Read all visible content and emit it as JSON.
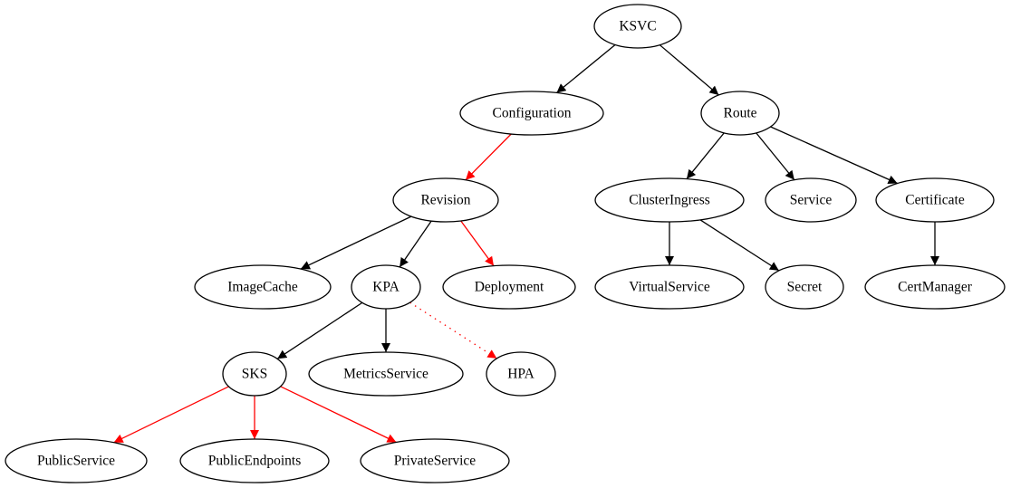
{
  "diagram": {
    "type": "directed-graph",
    "colors": {
      "default_edge": "#000000",
      "highlight_edge": "#ff0000",
      "node_stroke": "#000000",
      "node_fill": "#ffffff",
      "background": "#ffffff"
    },
    "nodes": [
      {
        "id": "KSVC",
        "label": "KSVC"
      },
      {
        "id": "Configuration",
        "label": "Configuration"
      },
      {
        "id": "Route",
        "label": "Route"
      },
      {
        "id": "Revision",
        "label": "Revision"
      },
      {
        "id": "ClusterIngress",
        "label": "ClusterIngress"
      },
      {
        "id": "Service",
        "label": "Service"
      },
      {
        "id": "Certificate",
        "label": "Certificate"
      },
      {
        "id": "ImageCache",
        "label": "ImageCache"
      },
      {
        "id": "KPA",
        "label": "KPA"
      },
      {
        "id": "Deployment",
        "label": "Deployment"
      },
      {
        "id": "VirtualService",
        "label": "VirtualService"
      },
      {
        "id": "Secret",
        "label": "Secret"
      },
      {
        "id": "CertManager",
        "label": "CertManager"
      },
      {
        "id": "SKS",
        "label": "SKS"
      },
      {
        "id": "MetricsService",
        "label": "MetricsService"
      },
      {
        "id": "HPA",
        "label": "HPA"
      },
      {
        "id": "PublicService",
        "label": "PublicService"
      },
      {
        "id": "PublicEndpoints",
        "label": "PublicEndpoints"
      },
      {
        "id": "PrivateService",
        "label": "PrivateService"
      }
    ],
    "edges": [
      {
        "from": "KSVC",
        "to": "Configuration",
        "color": "black",
        "style": "solid"
      },
      {
        "from": "KSVC",
        "to": "Route",
        "color": "black",
        "style": "solid"
      },
      {
        "from": "Configuration",
        "to": "Revision",
        "color": "red",
        "style": "solid"
      },
      {
        "from": "Route",
        "to": "ClusterIngress",
        "color": "black",
        "style": "solid"
      },
      {
        "from": "Route",
        "to": "Service",
        "color": "black",
        "style": "solid"
      },
      {
        "from": "Route",
        "to": "Certificate",
        "color": "black",
        "style": "solid"
      },
      {
        "from": "Revision",
        "to": "ImageCache",
        "color": "black",
        "style": "solid"
      },
      {
        "from": "Revision",
        "to": "KPA",
        "color": "black",
        "style": "solid"
      },
      {
        "from": "Revision",
        "to": "Deployment",
        "color": "red",
        "style": "solid"
      },
      {
        "from": "ClusterIngress",
        "to": "VirtualService",
        "color": "black",
        "style": "solid"
      },
      {
        "from": "ClusterIngress",
        "to": "Secret",
        "color": "black",
        "style": "solid"
      },
      {
        "from": "Certificate",
        "to": "CertManager",
        "color": "black",
        "style": "solid"
      },
      {
        "from": "KPA",
        "to": "SKS",
        "color": "black",
        "style": "solid"
      },
      {
        "from": "KPA",
        "to": "MetricsService",
        "color": "black",
        "style": "solid"
      },
      {
        "from": "KPA",
        "to": "HPA",
        "color": "red",
        "style": "dotted"
      },
      {
        "from": "SKS",
        "to": "PublicService",
        "color": "red",
        "style": "solid"
      },
      {
        "from": "SKS",
        "to": "PublicEndpoints",
        "color": "red",
        "style": "solid"
      },
      {
        "from": "SKS",
        "to": "PrivateService",
        "color": "red",
        "style": "solid"
      }
    ]
  }
}
